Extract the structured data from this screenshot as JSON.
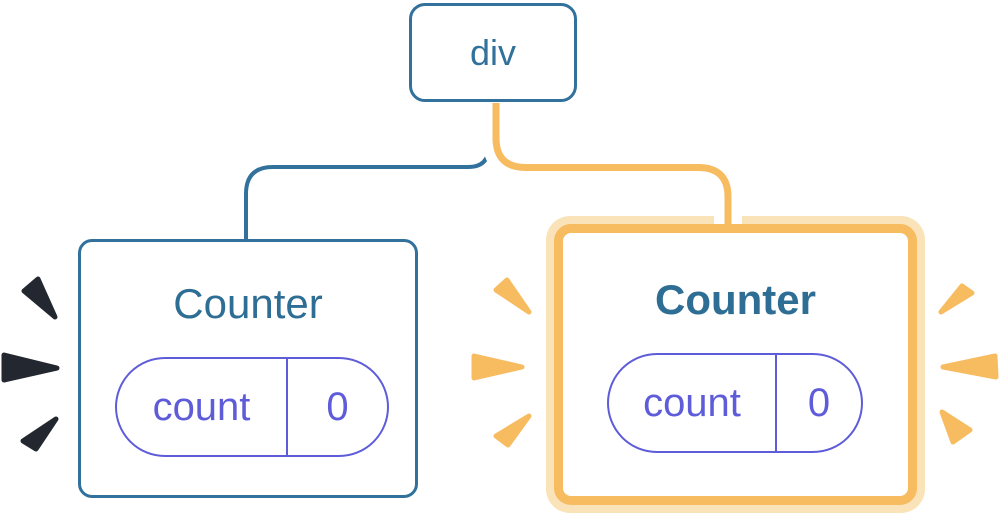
{
  "diagram": {
    "root": {
      "label": "div"
    },
    "counters": [
      {
        "title": "Counter",
        "state_key": "count",
        "state_value": "0",
        "highlighted": false
      },
      {
        "title": "Counter",
        "state_key": "count",
        "state_value": "0",
        "highlighted": true
      }
    ]
  },
  "colors": {
    "node_blue": "#31719B",
    "text_blue": "#2E6E94",
    "state_purple": "#5E5CD9",
    "highlight_orange": "#F7BB60",
    "highlight_glow": "#FAE3B8",
    "burst_dark": "#23272F",
    "background": "#FFFFFF"
  }
}
